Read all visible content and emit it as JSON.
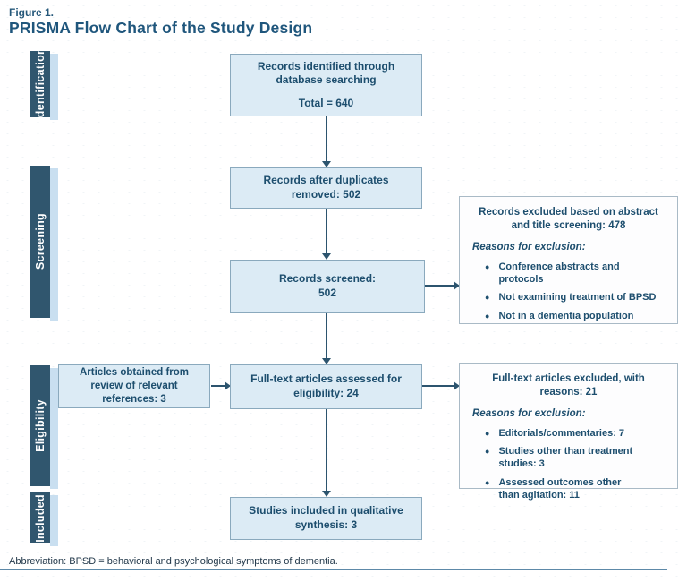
{
  "figure": {
    "label": "Figure 1.",
    "title": "PRISMA Flow Chart of the Study Design"
  },
  "stages": [
    {
      "label": "Identification"
    },
    {
      "label": "Screening"
    },
    {
      "label": "Eligibility"
    },
    {
      "label": "Included"
    }
  ],
  "boxes": {
    "records_identified": {
      "text": "Records identified through database searching",
      "total": "Total = 640"
    },
    "duplicates_removed": {
      "text": "Records after duplicates removed: 502"
    },
    "records_screened": {
      "line1": "Records screened:",
      "line2": "502"
    },
    "records_excluded": {
      "title": "Records excluded based on abstract and title screening: 478",
      "reasons_heading": "Reasons for exclusion:",
      "reasons": [
        "Conference abstracts and protocols",
        "Not examining treatment of BPSD",
        "Not in a dementia population"
      ]
    },
    "articles_from_references": {
      "text": "Articles obtained from review of relevant references: 3"
    },
    "fulltext_assessed": {
      "text": "Full-text articles assessed for eligibility: 24"
    },
    "fulltext_excluded": {
      "title": "Full-text articles excluded, with reasons: 21",
      "reasons_heading": "Reasons for exclusion:",
      "reasons": [
        "Editorials/commentaries: 7",
        "Studies other than treatment studies: 3",
        "Assessed outcomes other than agitation: 11"
      ]
    },
    "studies_included": {
      "text": "Studies included in qualitative synthesis: 3"
    }
  },
  "footnote": "Abbreviation: BPSD = behavioral and psychological symptoms of dementia.",
  "colors": {
    "stage_bar": "#30566e",
    "stage_strip": "#c9dff0",
    "box_fill": "#dcebf5",
    "box_border": "#8aa9bd",
    "white_box_border": "#a9bac6",
    "arrow": "#2c546e",
    "text": "#1d4e6e",
    "footer_rule": "#5d89a8"
  }
}
